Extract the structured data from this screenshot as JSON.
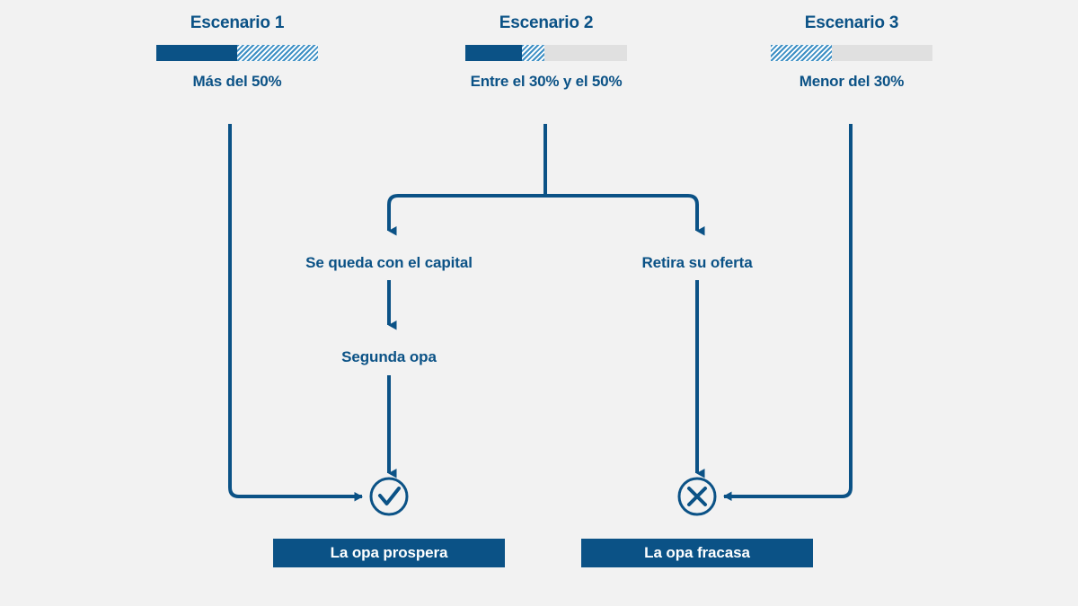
{
  "page": {
    "background_color": "#f2f2f2",
    "accent_color": "#0b5286",
    "hatch_color": "#3d8fc4",
    "track_color": "#e0e0e0"
  },
  "scenarios": [
    {
      "title": "Escenario 1",
      "threshold_label": "Más del 50%",
      "bar": {
        "solid_pct": 50,
        "hatch_start_pct": 50,
        "hatch_end_pct": 100
      }
    },
    {
      "title": "Escenario 2",
      "threshold_label": "Entre el 30% y el 50%",
      "bar": {
        "solid_pct": 35,
        "hatch_start_pct": 35,
        "hatch_end_pct": 49
      }
    },
    {
      "title": "Escenario 3",
      "threshold_label": "Menor del 30%",
      "bar": {
        "solid_pct": 0,
        "hatch_start_pct": 0,
        "hatch_end_pct": 38
      }
    }
  ],
  "nodes": {
    "keep_capital": "Se queda con el capital",
    "second_offer": "Segunda opa",
    "withdraw_offer": "Retira su oferta"
  },
  "outcomes": {
    "success": {
      "label": "La opa prospera",
      "icon": "check-circle-icon"
    },
    "failure": {
      "label": "La opa fracasa",
      "icon": "x-circle-icon"
    }
  }
}
